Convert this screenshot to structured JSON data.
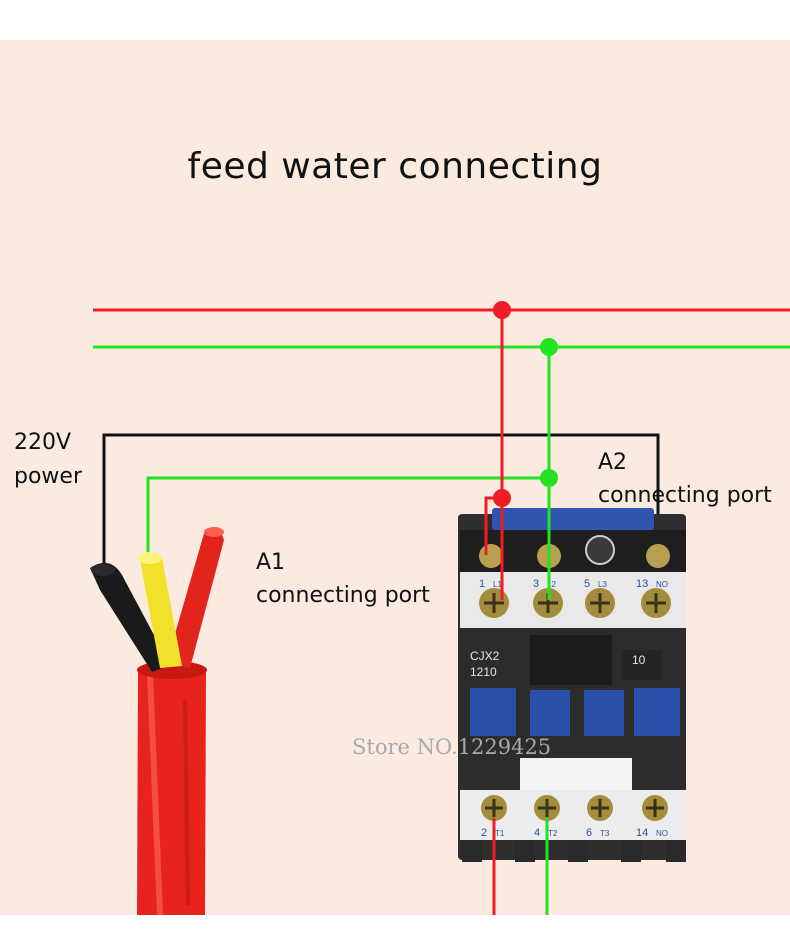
{
  "title": "feed water connecting",
  "power": {
    "line1": "220V",
    "line2": "power"
  },
  "port_a1": {
    "name": "A1",
    "label": "connecting port"
  },
  "port_a2": {
    "name": "A2",
    "label": "connecting port"
  },
  "contactor": {
    "model_line1": "CJX2",
    "model_line2": "1210",
    "rating": "10",
    "top_terminals": [
      {
        "num": "1",
        "tag": "L1"
      },
      {
        "num": "3",
        "tag": "L2"
      },
      {
        "num": "5",
        "tag": "L3"
      },
      {
        "num": "13",
        "tag": "NO"
      }
    ],
    "bottom_terminals": [
      {
        "num": "2",
        "tag": "T1"
      },
      {
        "num": "4",
        "tag": "T2"
      },
      {
        "num": "6",
        "tag": "T3"
      },
      {
        "num": "14",
        "tag": "NO"
      }
    ]
  },
  "watermark": "Store NO.1229425",
  "colors": {
    "background": "#fbeae0",
    "live_wire": "#ee1c24",
    "neutral_wire": "#22e322",
    "control_wire": "#111111",
    "cable_sheath": "#e8231e",
    "contactor_body": "#2e2e2e",
    "contactor_button": "#2a4fa8"
  }
}
